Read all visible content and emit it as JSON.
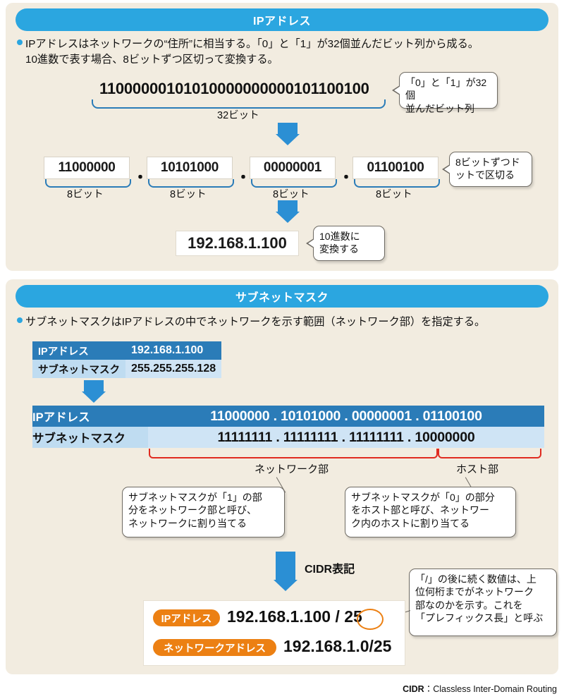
{
  "panels": {
    "ip": {
      "title": "IPアドレス",
      "bullet_line1": "IPアドレスはネットワークの“住所”に相当する。「0」と「1」が32個並んだビット列から成る。",
      "bullet_line2": "10進数で表す場合、8ビットずつ区切って変換する。",
      "bits32": "11000000101010000000000101100100",
      "bits32_caption": "32ビット",
      "callout_bits": "「0」と「1」が32個\n並んだビット列",
      "octets": [
        "11000000",
        "10101000",
        "00000001",
        "01100100"
      ],
      "octet_captions": [
        "8ビット",
        "8ビット",
        "8ビット",
        "8ビット"
      ],
      "dot_separator": "・",
      "callout_octets": "8ビットずつド\nットで区切る",
      "decimal_result": "192.168.1.100",
      "callout_decimal": "10進数に\n変換する"
    },
    "mask": {
      "title": "サブネットマスク",
      "bullet_line1": "サブネットマスクはIPアドレスの中でネットワークを示す範囲（ネットワーク部）を指定する。",
      "table_small": {
        "rows": [
          {
            "label": "IPアドレス",
            "value": "192.168.1.100"
          },
          {
            "label": "サブネットマスク",
            "value": "255.255.255.128"
          }
        ]
      },
      "table_big": {
        "rows": [
          {
            "label": "IPアドレス",
            "value": "11000000 . 10101000 . 00000001 . 01100100"
          },
          {
            "label": "サブネットマスク",
            "value": "11111111 . 11111111 . 11111111 . 10000000"
          }
        ]
      },
      "bracket_labels": {
        "network": "ネットワーク部",
        "host": "ホスト部"
      },
      "callout_network": "サブネットマスクが「1」の部\n分をネットワーク部と呼び、\nネットワークに割り当てる",
      "callout_host": "サブネットマスクが「0」の部分\nをホスト部と呼び、ネットワー\nク内のホストに割り当てる",
      "cidr_arrow_label": "CIDR表記",
      "callout_prefix": "「/」の後に続く数値は、上\n位何桁までがネットワーク\n部なのかを示す。これを\n「プレフィックス長」と呼ぶ",
      "cidr_rows": [
        {
          "pill": "IPアドレス",
          "value": "192.168.1.100 / 25"
        },
        {
          "pill": "ネットワークアドレス",
          "value": "192.168.1.0/25"
        }
      ],
      "prefix_highlight": "25"
    }
  },
  "footnote": {
    "abbr": "CIDR",
    "separator": "：",
    "expansion": "Classless Inter-Domain Routing"
  },
  "colors": {
    "panel_background": "#f2ece0",
    "title_bar": "#2ba6e0",
    "table_dark": "#2b7cb8",
    "table_light": "#cfe4f5",
    "arrow": "#2b8fd4",
    "accent_orange": "#ec8013",
    "bracket_red": "#e02b20"
  }
}
